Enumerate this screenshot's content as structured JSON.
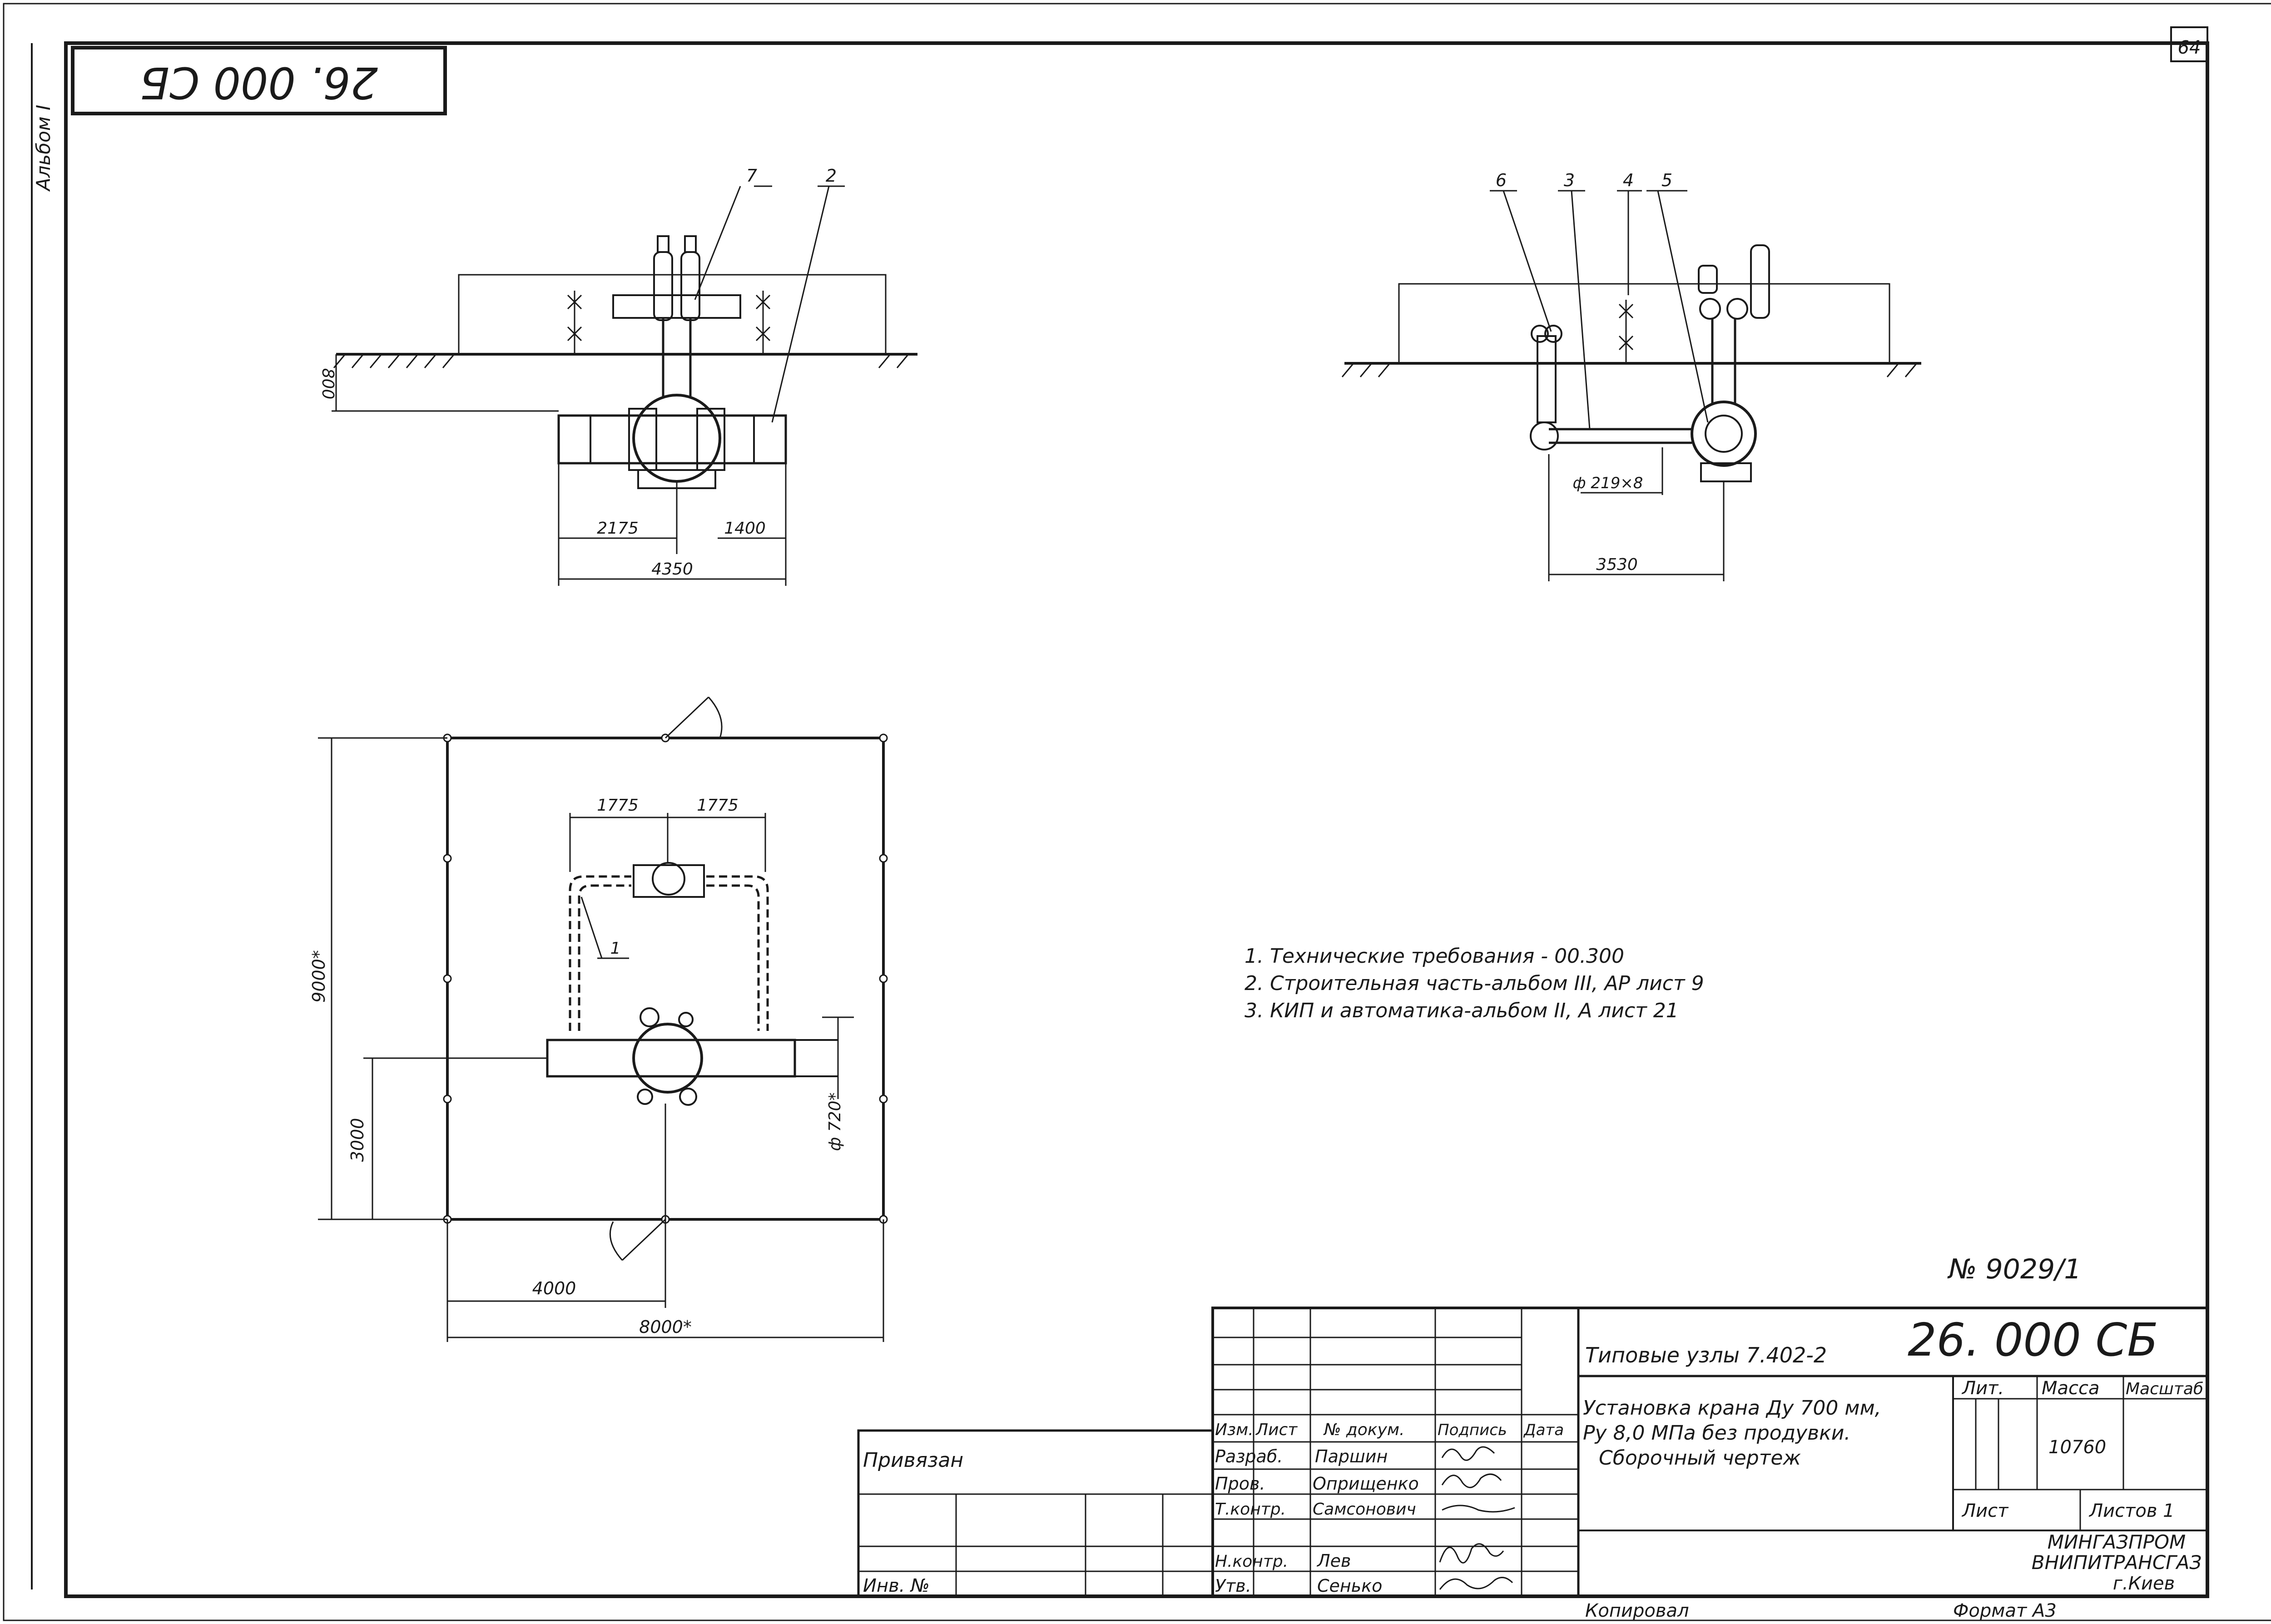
{
  "sheet_number": "64",
  "album": "Альбом I",
  "stamp_top": "26. 000 СБ",
  "elevation_view": {
    "callouts": [
      "7",
      "2"
    ],
    "dim_depth": "800",
    "dim_left": "2175",
    "dim_right": "1400",
    "dim_total": "4350"
  },
  "side_view": {
    "callouts": [
      "6",
      "3",
      "4",
      "5"
    ],
    "pipe_label": "ф 219×8",
    "dim_total": "3530"
  },
  "plan_view": {
    "callout": "1",
    "dim_a": "1775",
    "dim_b": "1775",
    "dim_height": "9000*",
    "dim_lower": "3000",
    "dim_half_width": "4000",
    "dim_width": "8000*",
    "pipe_label": "ф 720*"
  },
  "notes": [
    "1. Технические требования - 00.300",
    "2. Строительная часть-альбом III, АР лист 9",
    "3. КИП и автоматика-альбом II, А лист 21"
  ],
  "doc_number": "№ 9029/1",
  "title_block": {
    "series": "Типовые узлы 7.402-2",
    "code": "26. 000 СБ",
    "title_lines": [
      "Установка крана Ду 700 мм,",
      "Ру 8,0 МПа без продувки.",
      "Сборочный чертеж"
    ],
    "headers": {
      "izm": "Изм.",
      "list": "Лист",
      "doc": "№ докум.",
      "sign": "Подпись",
      "date": "Дата",
      "lit": "Лит.",
      "mass": "Масса",
      "scale": "Масштаб"
    },
    "roles": [
      {
        "role": "Разраб.",
        "name": "Паршин"
      },
      {
        "role": "Пров.",
        "name": "Оприщенко"
      },
      {
        "role": "Т.контр.",
        "name": "Самсонович"
      },
      {
        "role": "Н.контр.",
        "name": "Лев"
      },
      {
        "role": "Утв.",
        "name": "Сенько"
      }
    ],
    "mass_value": "10760",
    "sheet_label": "Лист",
    "sheets_label": "Листов 1",
    "org_lines": [
      "МИНГАЗПРОМ",
      "ВНИПИТРАНСГАЗ",
      "г.Киев"
    ],
    "bound_label": "Привязан",
    "inv_label": "Инв. №",
    "copied": "Копировал",
    "format": "Формат А3"
  }
}
